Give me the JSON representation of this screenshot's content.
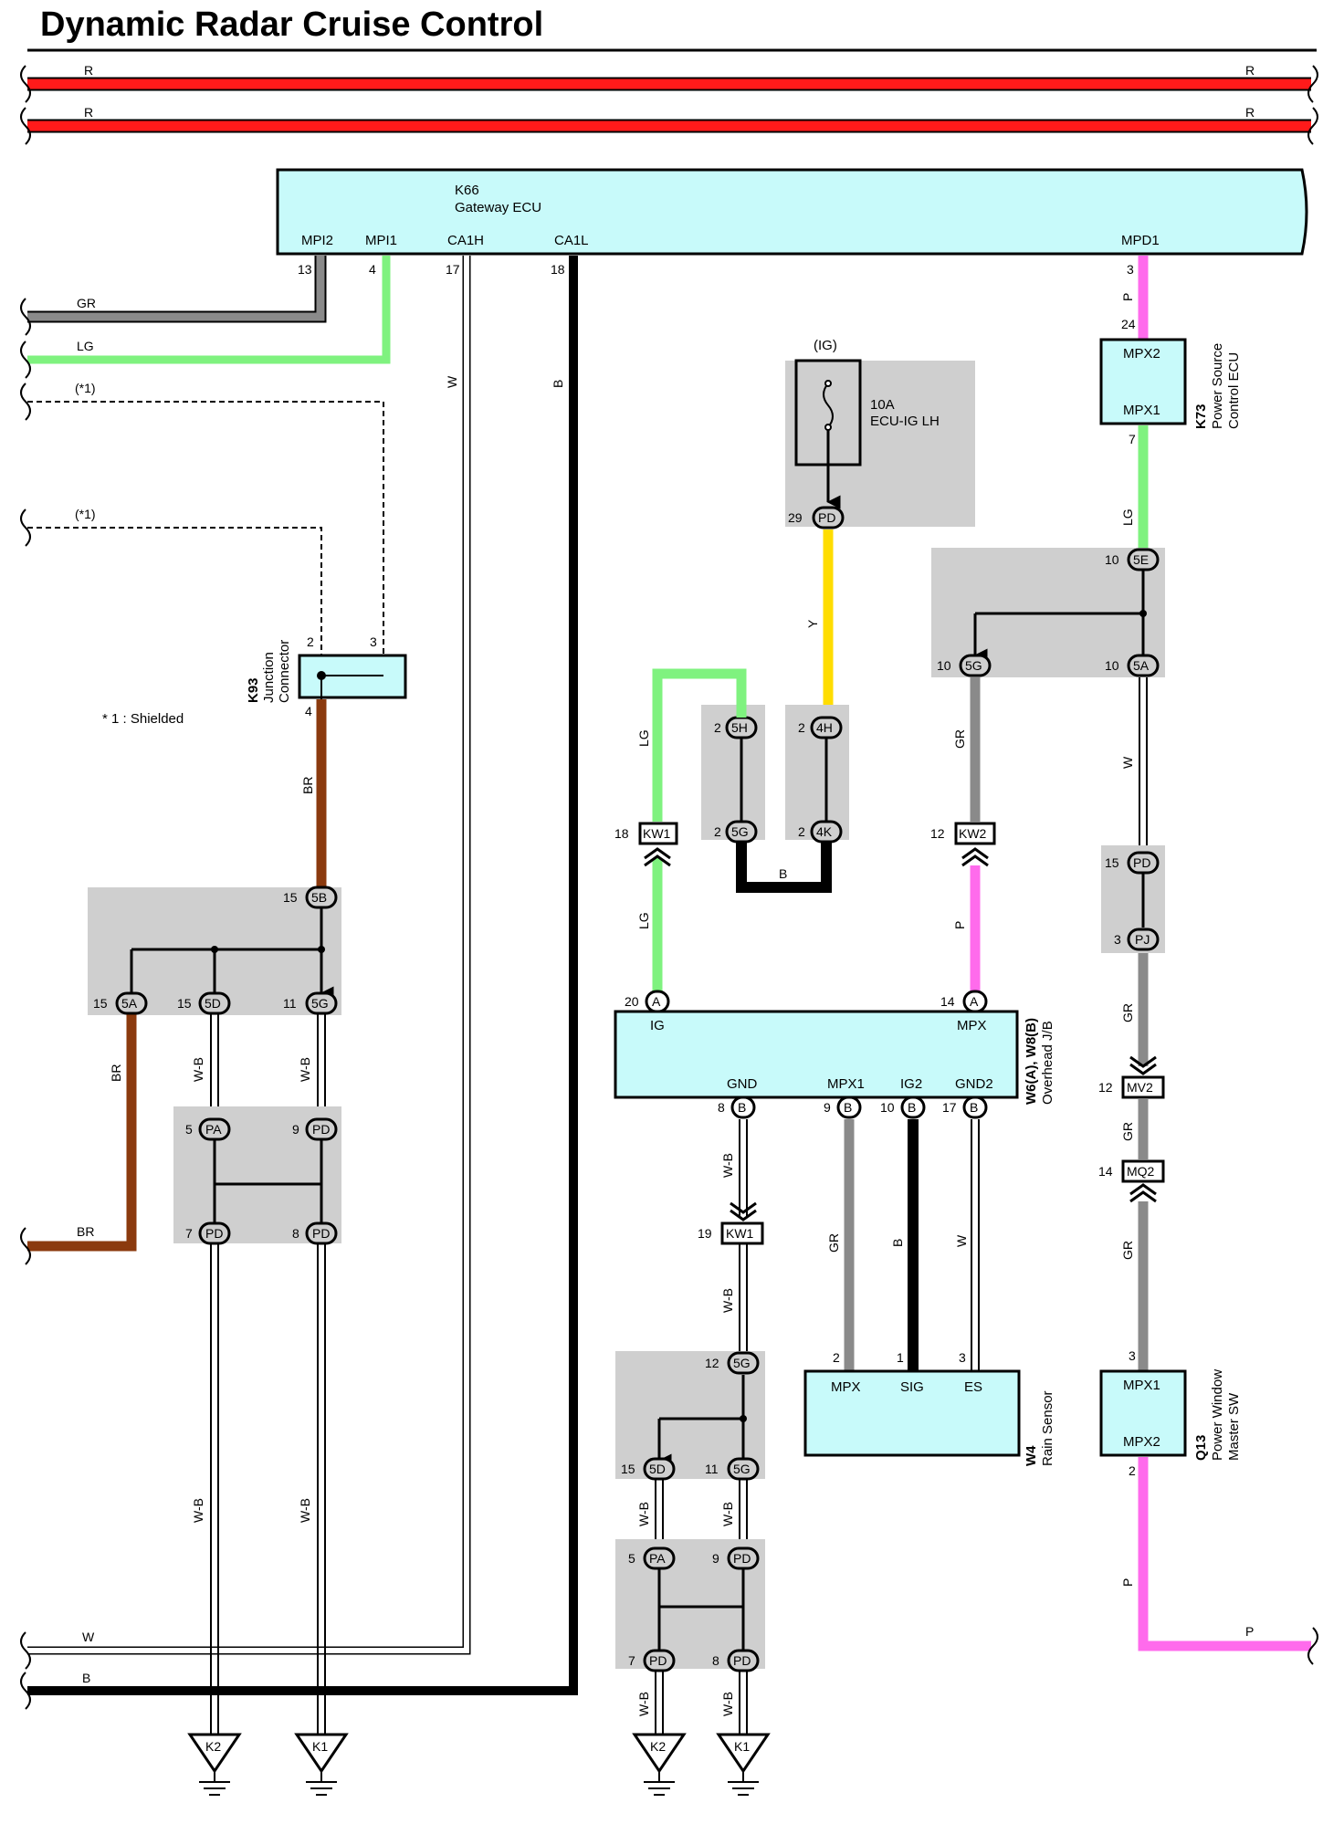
{
  "title": "Dynamic Radar Cruise Control",
  "colors": {
    "R": "#ff1a1a",
    "GR": "#8a8a8a",
    "LG": "#7ff27f",
    "W": "#ffffff",
    "B": "#000000",
    "BR": "#8b3a0e",
    "Y": "#ffdd00",
    "P": "#ff6bec",
    "component": "#c8fafa",
    "splice": "#cfcfcf"
  },
  "texts": {
    "r_top_left": "R",
    "r_top_right": "R",
    "r2_left": "R",
    "r2_right": "R",
    "k66_code": "K66",
    "k66_name": "Gateway ECU",
    "k66_mpi2": "MPI2",
    "k66_mpi1": "MPI1",
    "k66_ca1h": "CA1H",
    "k66_ca1l": "CA1L",
    "k66_mpd1": "MPD1",
    "k66_13": "13",
    "k66_4": "4",
    "k66_17": "17",
    "k66_18": "18",
    "k66_3": "3",
    "gr_left": "GR",
    "lg_left": "LG",
    "shield1": "(*1)",
    "shield2": "(*1)",
    "w_vert": "W",
    "b_vert": "B",
    "ig_label": "(IG)",
    "fuse_rating": "10A",
    "fuse_name": "ECU-IG LH",
    "pd29_num": "29",
    "pd29": "PD",
    "y_wire": "Y",
    "k73_24": "24",
    "k73_mpx2": "MPX2",
    "k73_mpx1": "MPX1",
    "k73_7": "7",
    "k73_code": "K73",
    "k73_name1": "Power Source",
    "k73_name2": "Control ECU",
    "p_top": "P",
    "lg_k73": "LG",
    "c5e_num": "10",
    "c5e": "5E",
    "c5g_r_num": "10",
    "c5g_r": "5G",
    "c5a_r_num": "10",
    "c5a_r": "5A",
    "gr_mid": "GR",
    "w_right": "W",
    "k93_2": "2",
    "k93_3": "3",
    "k93_4": "4",
    "k93_code": "K93",
    "k93_name1": "Junction",
    "k93_name2": "Connector",
    "shield_note": "* 1 : Shielded",
    "br_vert": "BR",
    "c5h_num": "2",
    "c5h": "5H",
    "c4h_num": "2",
    "c4h": "4H",
    "c5g_m_num": "2",
    "c5g_m": "5G",
    "c4k_num": "2",
    "c4k": "4K",
    "b_loop": "B",
    "lg_mid1": "LG",
    "kw1_top_num": "18",
    "kw1_top": "KW1",
    "lg_mid2": "LG",
    "kw2_num": "12",
    "kw2": "KW2",
    "p_mid": "P",
    "pd15_num": "15",
    "pd15": "PD",
    "pj_num": "3",
    "pj": "PJ",
    "c5b_num": "15",
    "c5b": "5B",
    "c5a_l_num": "15",
    "c5a_l": "5A",
    "c5d_l_num": "15",
    "c5d_l": "5D",
    "c5g_l_num": "11",
    "c5g_l": "5G",
    "br_lower": "BR",
    "wb_l1": "W-B",
    "wb_l2": "W-B",
    "pa_l_num": "5",
    "pa_l": "PA",
    "pd9_l_num": "9",
    "pd9_l": "PD",
    "pd7_l_num": "7",
    "pd7_l": "PD",
    "pd8_l_num": "8",
    "pd8_l": "PD",
    "br_left": "BR",
    "w6_a20": "20",
    "w6_a": "A",
    "w6_a14": "14",
    "w6_a2": "A",
    "w6_ig": "IG",
    "w6_mpx": "MPX",
    "w6_gnd": "GND",
    "w6_mpx1": "MPX1",
    "w6_ig2": "IG2",
    "w6_gnd2": "GND2",
    "w6_b8": "8",
    "w6_b": "B",
    "w6_b9": "9",
    "w6_b2": "B",
    "w6_b10": "10",
    "w6_b3": "B",
    "w6_b17": "17",
    "w6_b4": "B",
    "w6_code": "W6(A), W8(B)",
    "w6_name": "Overhead J/B",
    "gr_w6": "GR",
    "mv2_num": "12",
    "mv2": "MV2",
    "gr_w6b": "GR",
    "mq2_num": "14",
    "mq2": "MQ2",
    "gr_low": "GR",
    "wb_m1": "W-B",
    "kw1_low_num": "19",
    "kw1_low": "KW1",
    "wb_m2": "W-B",
    "gr_rs": "GR",
    "b_rs": "B",
    "w_rs": "W",
    "rs_2": "2",
    "rs_1": "1",
    "rs_3": "3",
    "rs_mpx": "MPX",
    "rs_sig": "SIG",
    "rs_es": "ES",
    "rs_code": "W4",
    "rs_name": "Rain Sensor",
    "q13_3": "3",
    "q13_mpx1": "MPX1",
    "q13_mpx2": "MPX2",
    "q13_2": "2",
    "q13_code": "Q13",
    "q13_name1": "Power Window",
    "q13_name2": "Master SW",
    "p_low": "P",
    "p_right": "P",
    "c5g_b_num": "12",
    "c5g_b": "5G",
    "c5d_b_num": "15",
    "c5d_b": "5D",
    "c5g_b2_num": "11",
    "c5g_b2": "5G",
    "wb_b1": "W-B",
    "wb_b2": "W-B",
    "pa_b_num": "5",
    "pa_b": "PA",
    "pd9_b_num": "9",
    "pd9_b": "PD",
    "pd7_b_num": "7",
    "pd7_b": "PD",
    "pd8_b_num": "8",
    "pd8_b": "PD",
    "wb_l3": "W-B",
    "wb_l4": "W-B",
    "w_bottom": "W",
    "b_bottom": "B",
    "wb_b3": "W-B",
    "wb_b4": "W-B",
    "g_k2_l": "K2",
    "g_k1_l": "K1",
    "g_k2_b": "K2",
    "g_k1_b": "K1"
  }
}
